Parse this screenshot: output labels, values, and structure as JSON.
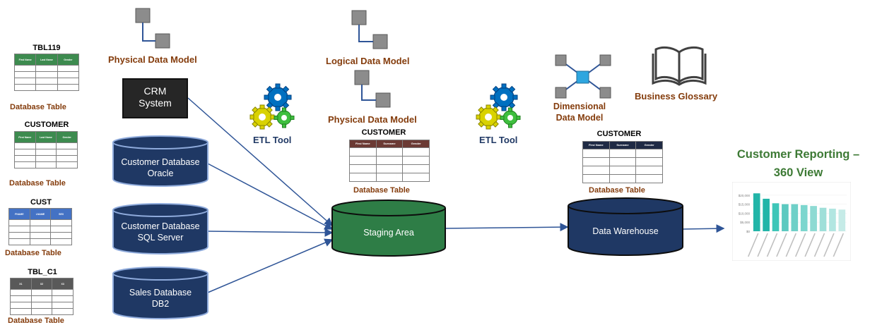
{
  "source_tables": [
    {
      "name": "TBL119",
      "caption": "Database Table",
      "columns": [
        "First Name",
        "Last Name",
        "Gender"
      ]
    },
    {
      "name": "CUSTOMER",
      "caption": "Database Table",
      "columns": [
        "First Name",
        "Last Name",
        "Gender"
      ]
    },
    {
      "name": "CUST",
      "caption": "Database Table",
      "columns": [
        "FNAME",
        "LNAME",
        "SEX"
      ]
    },
    {
      "name": "TBL_C1",
      "caption": "Database Table",
      "columns": [
        "X1",
        "X2",
        "X3"
      ]
    }
  ],
  "models": {
    "physical_left": "Physical Data Model",
    "logical": "Logical Data Model",
    "physical_mid": "Physical Data Model",
    "dimensional": "Dimensional\nData Model",
    "glossary": "Business Glossary"
  },
  "sources": {
    "crm": "CRM\nSystem",
    "oracle": "Customer Database\nOracle",
    "sqlserver": "Customer Database\nSQL Server",
    "db2": "Sales Database\nDB2"
  },
  "etl": {
    "left": "ETL Tool",
    "right": "ETL Tool"
  },
  "staging": {
    "table_name": "CUSTOMER",
    "columns": [
      "First Name",
      "Surname",
      "Gender"
    ],
    "caption": "Database Table",
    "label": "Staging Area"
  },
  "warehouse": {
    "table_name": "CUSTOMER",
    "columns": [
      "First Name",
      "Surname",
      "Gender"
    ],
    "caption": "Database Table",
    "label": "Data Warehouse"
  },
  "reporting": {
    "title": "Customer Reporting –\n360 View"
  },
  "chart_data": {
    "type": "bar",
    "title": "",
    "xlabel": "",
    "ylabel": "",
    "ylim": [
      0,
      25000
    ],
    "yticks": [
      "$0",
      "$5,000",
      "$10,000",
      "$15,000",
      "$20,000"
    ],
    "values": [
      21000,
      18000,
      15500,
      15000,
      15000,
      14500,
      14000,
      13000,
      12500,
      12000
    ],
    "colors": [
      "#22b5a8",
      "#22b5a8",
      "#3ec6b8",
      "#5cc9c0",
      "#6fd0c8",
      "#7cd6ce",
      "#8edad3",
      "#9fdfd9",
      "#b2e6e1",
      "#c5ebe7"
    ]
  }
}
